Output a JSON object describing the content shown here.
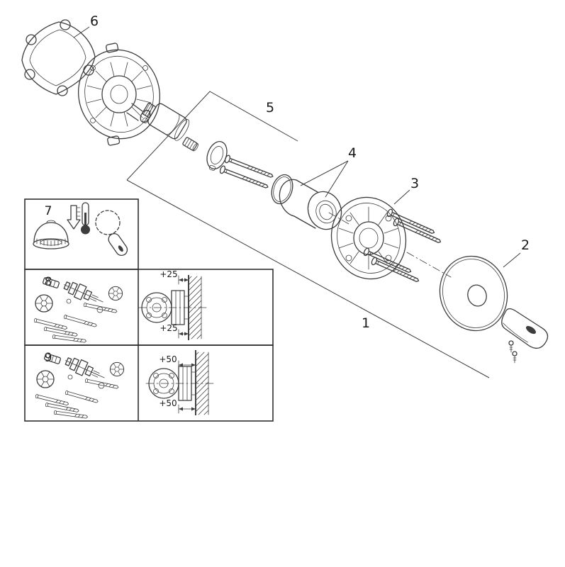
{
  "diagram": {
    "callouts": {
      "item1": "1",
      "item2": "2",
      "item3": "3",
      "item4": "4",
      "item5": "5",
      "item6": "6",
      "item7": "7",
      "item8": "8",
      "item9": "9"
    },
    "insets": {
      "box8": {
        "dim_top": "+25",
        "dim_bottom": "+25"
      },
      "box9": {
        "dim_top": "+50",
        "dim_bottom": "+50"
      }
    },
    "icons": {
      "arrow_down": "hollow-down-arrow",
      "thermometer": "thermometer-with-bulb"
    },
    "colors": {
      "line": "#3d3d3d",
      "background": "#ffffff"
    }
  }
}
